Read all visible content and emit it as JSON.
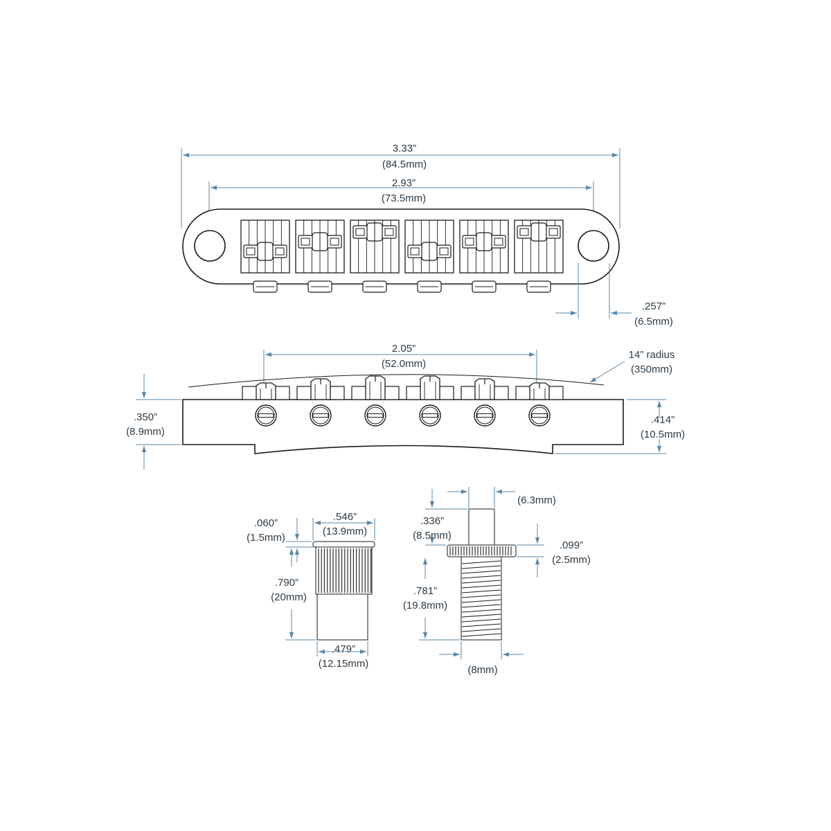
{
  "dimensions": {
    "overall_length": {
      "inch": "3.33”",
      "mm": "(84.5mm)"
    },
    "post_spacing": {
      "inch": "2.93”",
      "mm": "(73.5mm)"
    },
    "hole_diameter": {
      "inch": ".257”",
      "mm": "(6.5mm)"
    },
    "string_spread": {
      "inch": "2.05”",
      "mm": "(52.0mm)"
    },
    "radius": {
      "inch": "14” radius",
      "mm": "(350mm)"
    },
    "body_height_left": {
      "inch": ".350”",
      "mm": "(8.9mm)"
    },
    "body_height_right": {
      "inch": ".414”",
      "mm": "(10.5mm)"
    },
    "bushing_cap": {
      "inch": ".060”",
      "mm": "(1.5mm)"
    },
    "bushing_head_dia": {
      "inch": ".546”",
      "mm": "(13.9mm)"
    },
    "bushing_length": {
      "inch": ".790”",
      "mm": "(20mm)"
    },
    "bushing_shank_dia": {
      "inch": ".479”",
      "mm": "(12.15mm)"
    },
    "stud_top_dia": {
      "mm": "(6.3mm)"
    },
    "stud_top_height": {
      "inch": ".336”",
      "mm": "(8.5mm)"
    },
    "stud_flange": {
      "inch": ".099”",
      "mm": "(2.5mm)"
    },
    "stud_thread_length": {
      "inch": ".781”",
      "mm": "(19.8mm)"
    },
    "stud_thread_dia": {
      "mm": "(8mm)"
    }
  },
  "colors": {
    "dimension": "#5a87a8",
    "text": "#2c3a45",
    "line": "#1a1a1a"
  },
  "saddle_count": 6
}
